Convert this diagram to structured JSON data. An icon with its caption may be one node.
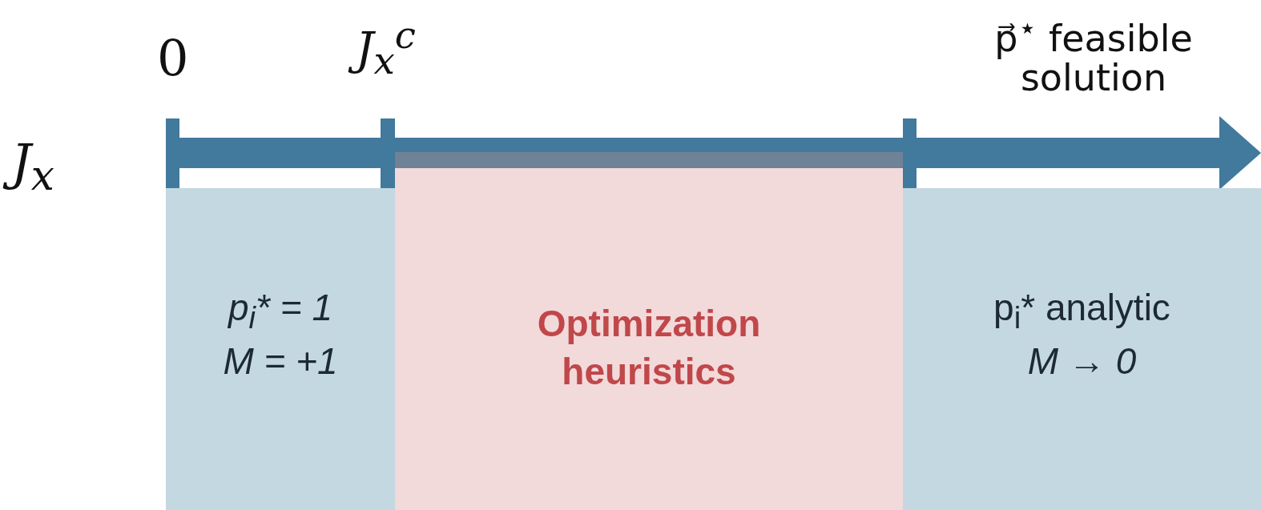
{
  "diagram": {
    "nodes": [
      {
        "text": [
          "p$_{i}$* = 1",
          "M = +1"
        ]
      },
      {
        "text": [
          "Optimization heuristics"
        ]
      },
      {
        "text": [
          "p$_{i}$* analytic",
          "M → 0"
        ]
      }
    ],
    "edges": [],
    "labels": [
      "J$_{x}$",
      "0",
      "J$_{x}$$^{c}$",
      "p⃗$^{⋆}$ feasible solution"
    ]
  }
}
